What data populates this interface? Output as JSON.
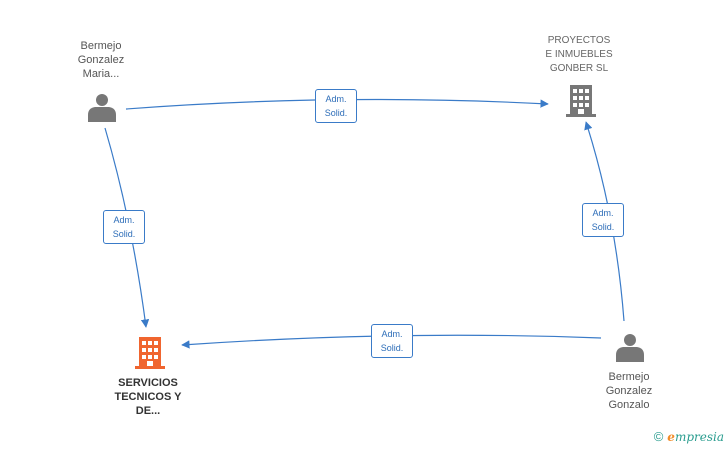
{
  "nodes": {
    "person_maria": {
      "lines": [
        "Bermejo",
        "Gonzalez",
        "Maria..."
      ]
    },
    "company_proyectos": {
      "lines": [
        "PROYECTOS",
        "E INMUEBLES",
        "GONBER SL"
      ]
    },
    "company_servicios": {
      "lines": [
        "SERVICIOS",
        "TECNICOS Y",
        "DE..."
      ]
    },
    "person_gonzalo": {
      "lines": [
        "Bermejo",
        "Gonzalez",
        "Gonzalo"
      ]
    }
  },
  "edges": {
    "top": {
      "line1": "Adm.",
      "line2": "Solid."
    },
    "left": {
      "line1": "Adm.",
      "line2": "Solid."
    },
    "bottom": {
      "line1": "Adm.",
      "line2": "Solid."
    },
    "right": {
      "line1": "Adm.",
      "line2": "Solid."
    }
  },
  "brand": {
    "copyright": "©",
    "name_first": "e",
    "name_rest": "mpresia"
  },
  "colors": {
    "edge": "#3a7bc8",
    "person_icon": "#777777",
    "company_icon_gray": "#777777",
    "company_icon_highlight": "#f0652f"
  }
}
